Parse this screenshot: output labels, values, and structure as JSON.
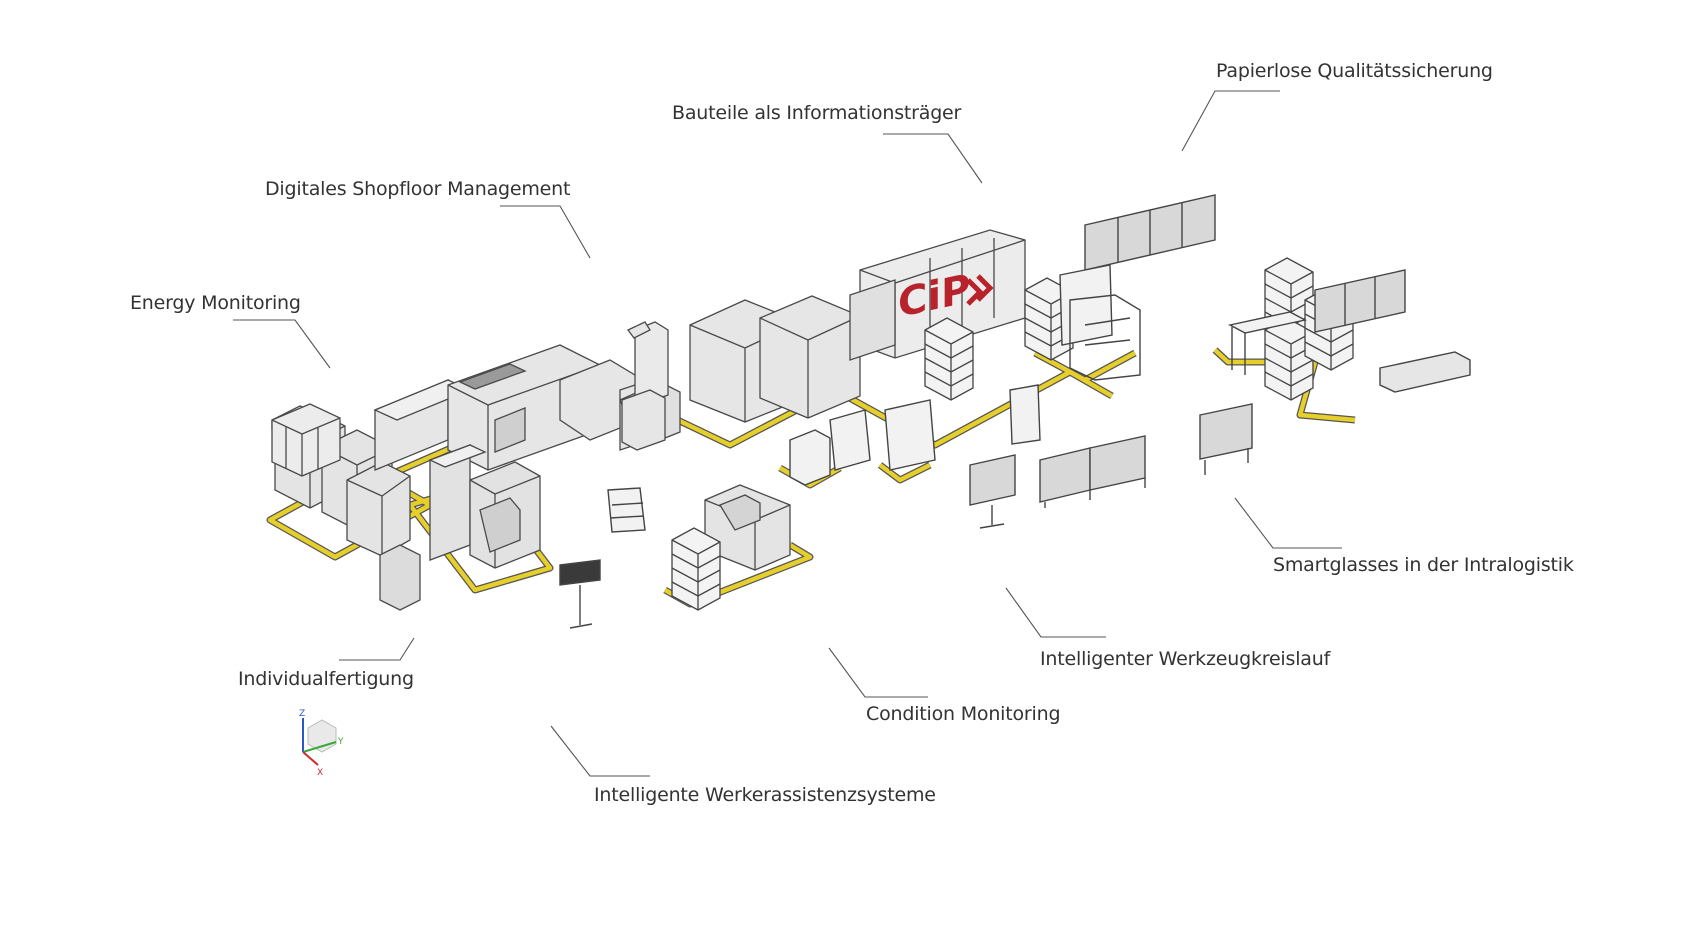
{
  "labels": {
    "papierlose": "Papierlose Qualitätssicherung",
    "bauteile": "Bauteile als Informationsträger",
    "shopfloor": "Digitales Shopfloor Management",
    "energy": "Energy Monitoring",
    "smartglasses": "Smartglasses in der Intralogistik",
    "werkzeug": "Intelligenter Werkzeugkreislauf",
    "condition": "Condition Monitoring",
    "individual": "Individualfertigung",
    "werkerassistenz": "Intelligente Werkerassistenzsysteme"
  },
  "logo_text": "CiP",
  "axes_widget": {
    "z": "Z",
    "y": "Y",
    "x": "X"
  },
  "colors": {
    "floor_marking": "#e6cf2a",
    "logo_red": "#b8232b",
    "line": "#555555",
    "label": "#333333",
    "machine_fill": "#e4e4e4",
    "outline": "#4a4a4a"
  }
}
